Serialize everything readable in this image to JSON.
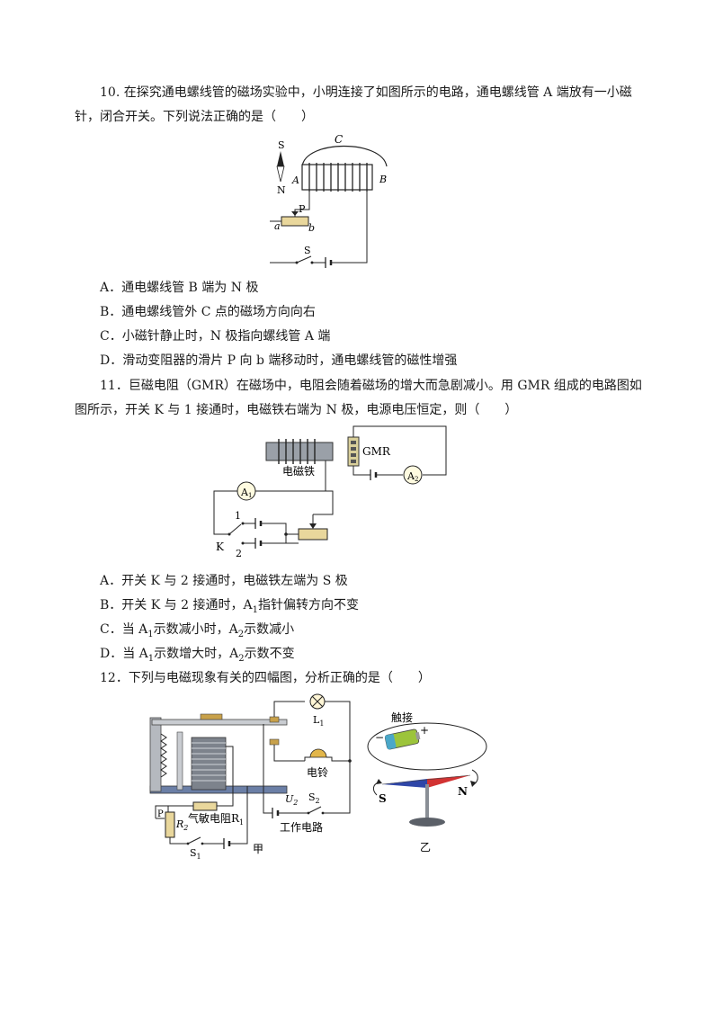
{
  "q10": {
    "stem_line1": "10. 在探究通电螺线管的磁场实验中，小明连接了如图所示的电路，通电螺线管 A 端放有一小磁",
    "stem_line2": "针，闭合开关。下列说法正确的是（　　）",
    "figure": {
      "C": "C",
      "S": "S",
      "N": "N",
      "A": "A",
      "B": "B",
      "P": "P",
      "a": "a",
      "b": "b",
      "switch": "S"
    },
    "options": {
      "A": "A．通电螺线管 B 端为 N 极",
      "B": "B．通电螺线管外 C 点的磁场方向向右",
      "C": "C．小磁针静止时，N 极指向螺线管 A 端",
      "D": "D．滑动变阻器的滑片 P 向 b 端移动时，通电螺线管的磁性增强"
    }
  },
  "q11": {
    "stem_line1": "11．巨磁电阻（GMR）在磁场中，电阻会随着磁场的增大而急剧减小。用 GMR 组成的电路图如",
    "stem_line2": "图所示，开关 K 与 1 接通时，电磁铁右端为 N 极，电源电压恒定，则（　　）",
    "figure": {
      "electromagnet": "电磁铁",
      "gmr": "GMR",
      "a1": "A",
      "a1_sub": "1",
      "a2": "A",
      "a2_sub": "2",
      "k": "K",
      "one": "1",
      "two": "2"
    },
    "options": {
      "A": "A．开关 K 与 2 接通时，电磁铁左端为 S 极",
      "B_pre": "B．开关 K 与 2 接通时，A",
      "B_sub": "1",
      "B_post": "指针偏转方向不变",
      "C_pre": "C．当 A",
      "C_sub1": "1",
      "C_mid": "示数减小时，A",
      "C_sub2": "2",
      "C_post": "示数减小",
      "D_pre": "D．当 A",
      "D_sub1": "1",
      "D_mid": "示数增大时，A",
      "D_sub2": "2",
      "D_post": "示数不变"
    }
  },
  "q12": {
    "stem": "12．下列与电磁现象有关的四幅图，分析正确的是（　　）",
    "fig_jia": {
      "l1": "L",
      "l1_sub": "1",
      "bell": "电铃",
      "u2": "U",
      "u2_sub": "2",
      "s2": "S",
      "s2_sub": "2",
      "work": "工作电路",
      "p": "P",
      "r2": "R",
      "r2_sub": "2",
      "gas": "气敏电阻R",
      "gas_sub": "1",
      "s1": "S",
      "s1_sub": "1",
      "caption": "甲"
    },
    "fig_yi": {
      "contact": "触接",
      "plus": "+",
      "minus": "−",
      "s": "S",
      "n": "N",
      "caption": "乙"
    }
  }
}
